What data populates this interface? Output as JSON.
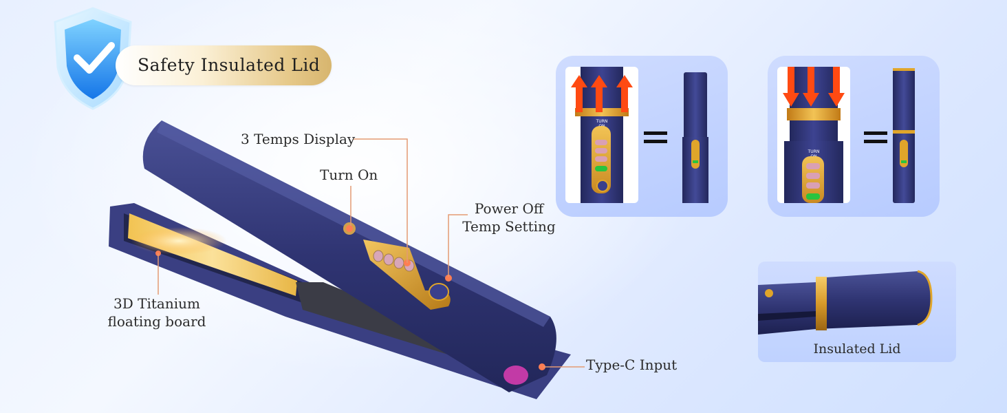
{
  "badge": {
    "label": "Safety Insulated Lid",
    "icon": "shield-check-icon"
  },
  "callouts": {
    "temps_display": "3 Temps Display",
    "turn_on": "Turn On",
    "power_off_line1": "Power Off",
    "power_off_line2": "Temp Setting",
    "titanium_line1": "3D Titanium",
    "titanium_line2": "floating board",
    "type_c": "Type-C Input"
  },
  "insulated_panel": {
    "label": "Insulated Lid"
  },
  "device_text": {
    "turn_on_small": "TURN ON"
  },
  "colors": {
    "device_body": "#2f3472",
    "gold": "#e0a52a",
    "callout_line": "#e49a72",
    "arrow": "#ff4a12",
    "plate": "#f6cf6a",
    "panel_bg": "#c3d4ff"
  }
}
